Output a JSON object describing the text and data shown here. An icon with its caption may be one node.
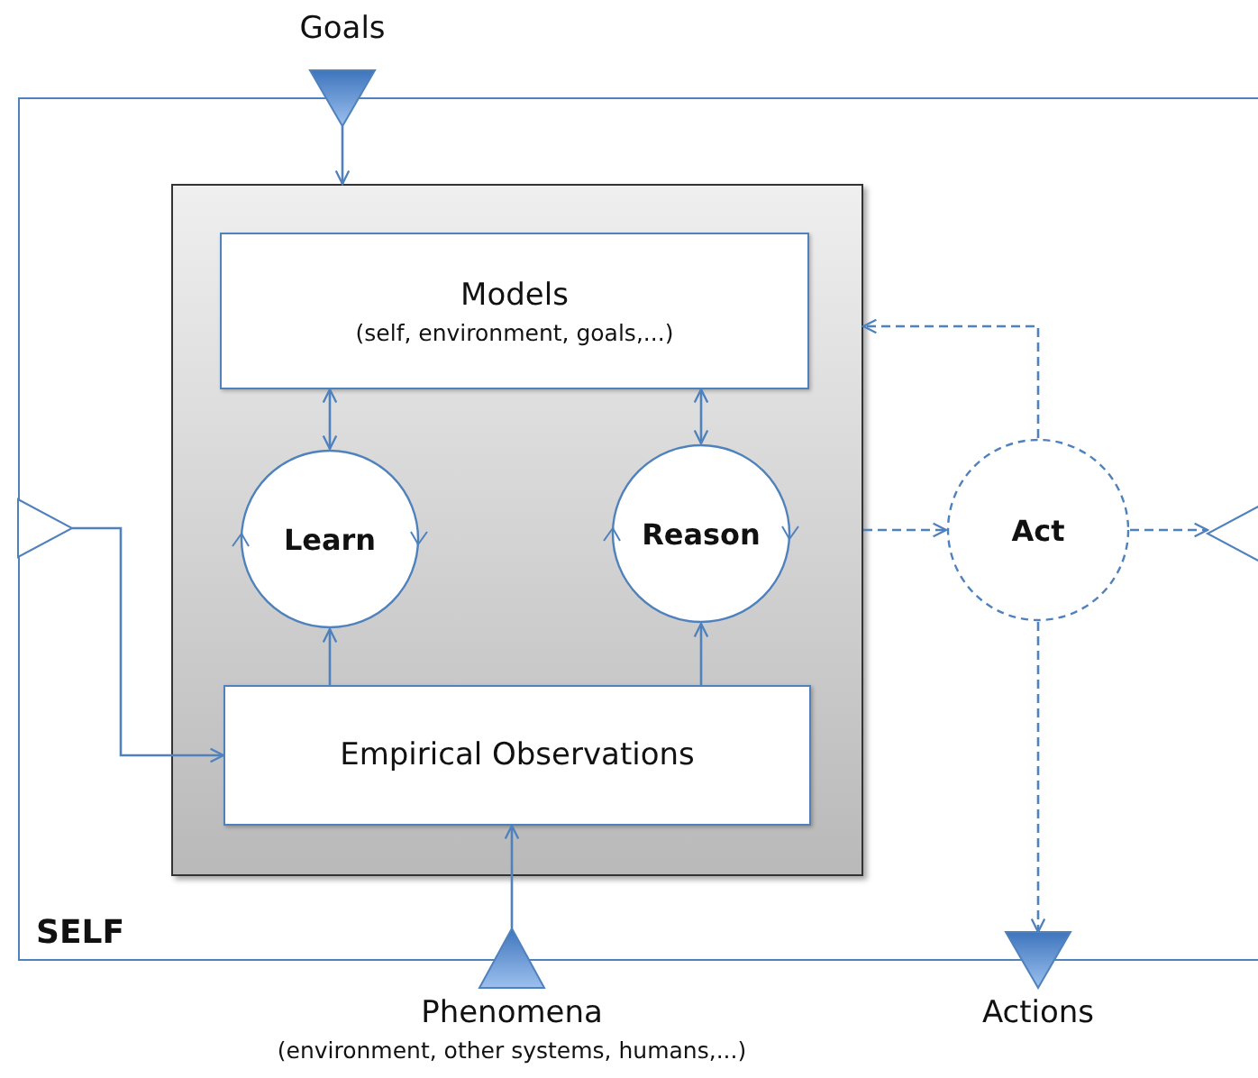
{
  "diagram": {
    "nodes": [
      {
        "text": [
          "SELF"
        ]
      },
      {
        "text": [],
        "shape": "box",
        "in": 0
      },
      {
        "text": [
          "Models",
          "(self, environment, goals,...)"
        ],
        "in": 1
      },
      {
        "text": [
          "Learn"
        ],
        "in": 1
      },
      {
        "text": [
          "Reason"
        ],
        "in": 1
      },
      {
        "text": [
          "Empirical Observations"
        ],
        "in": 1
      },
      {
        "text": [
          "Act"
        ],
        "in": 0
      },
      {
        "text": [
          "Goals"
        ]
      },
      {
        "text": [],
        "shape": "triangle",
        "in": 0
      },
      {
        "text": [],
        "shape": "triangle",
        "in": 0
      },
      {
        "text": [
          "Phenomena",
          "(environment, other systems, humans,...)"
        ]
      },
      {
        "text": [
          "Actions"
        ]
      }
    ],
    "edges": [
      {
        "from": 7,
        "to": 1,
        "arrow": "to"
      },
      {
        "from": 2,
        "to": 3,
        "arrow": "both"
      },
      {
        "from": 2,
        "to": 4,
        "arrow": "both"
      },
      {
        "from": 5,
        "to": 3,
        "arrow": "to"
      },
      {
        "from": 5,
        "to": 4,
        "arrow": "to"
      },
      {
        "from": 8,
        "to": 5,
        "arrow": "to"
      },
      {
        "from": 10,
        "to": 5,
        "arrow": "to"
      },
      {
        "from": 1,
        "to": 6,
        "arrow": "to",
        "style": "dashed"
      },
      {
        "from": 6,
        "to": 9,
        "arrow": "to",
        "style": "dashed"
      },
      {
        "from": 6,
        "to": 1,
        "arrow": "to",
        "style": "dashed"
      },
      {
        "from": 6,
        "to": 11,
        "arrow": "to",
        "style": "dashed"
      }
    ]
  }
}
